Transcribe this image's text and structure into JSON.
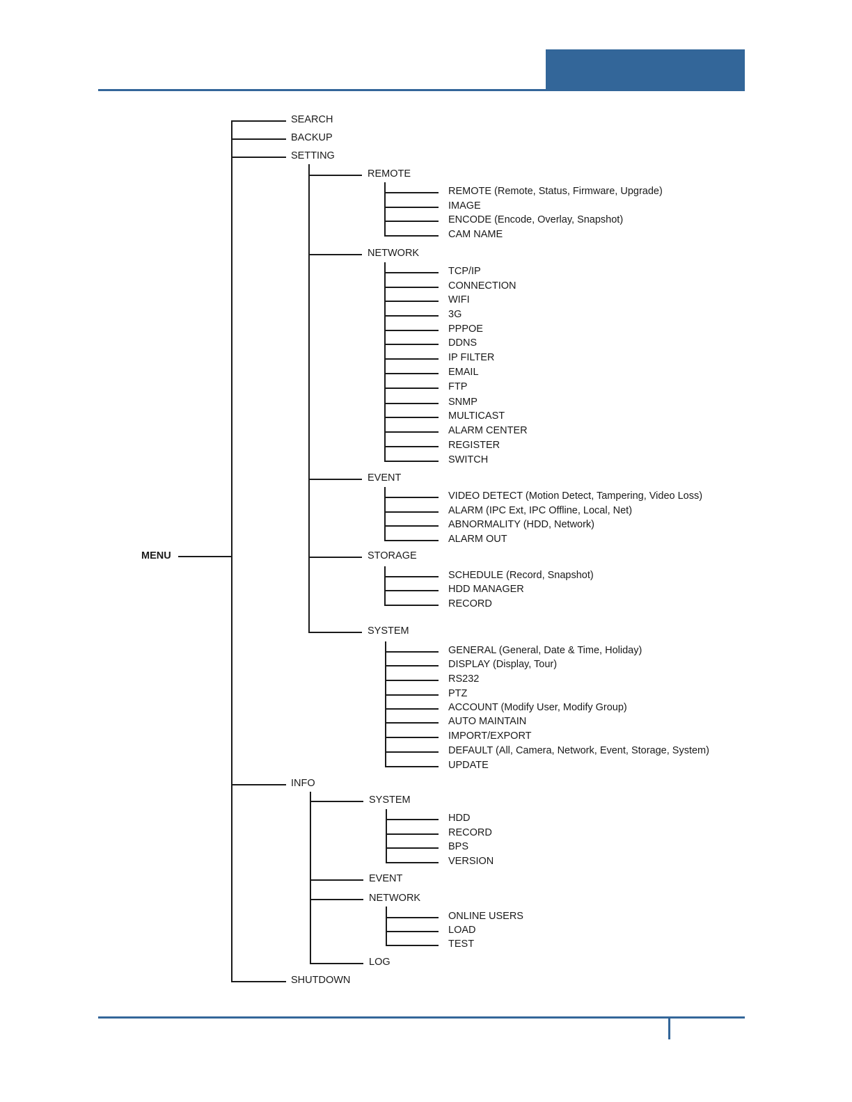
{
  "header": {
    "accent_color": "#336699"
  },
  "menu_tree": {
    "label": "MENU",
    "children": [
      {
        "label": "SEARCH"
      },
      {
        "label": "BACKUP"
      },
      {
        "label": "SETTING",
        "children": [
          {
            "label": "REMOTE",
            "children": [
              {
                "label": "REMOTE (Remote, Status, Firmware, Upgrade)"
              },
              {
                "label": "IMAGE"
              },
              {
                "label": "ENCODE (Encode, Overlay, Snapshot)"
              },
              {
                "label": "CAM NAME"
              }
            ]
          },
          {
            "label": "NETWORK",
            "children": [
              {
                "label": "TCP/IP"
              },
              {
                "label": "CONNECTION"
              },
              {
                "label": "WIFI"
              },
              {
                "label": "3G"
              },
              {
                "label": "PPPOE"
              },
              {
                "label": "DDNS"
              },
              {
                "label": "IP FILTER"
              },
              {
                "label": "EMAIL"
              },
              {
                "label": "FTP"
              },
              {
                "label": "SNMP"
              },
              {
                "label": "MULTICAST"
              },
              {
                "label": "ALARM CENTER"
              },
              {
                "label": "REGISTER"
              },
              {
                "label": "SWITCH"
              }
            ]
          },
          {
            "label": "EVENT",
            "children": [
              {
                "label": "VIDEO DETECT (Motion Detect, Tampering, Video Loss)"
              },
              {
                "label": "ALARM (IPC Ext, IPC Offline, Local, Net)"
              },
              {
                "label": "ABNORMALITY (HDD, Network)"
              },
              {
                "label": "ALARM OUT"
              }
            ]
          },
          {
            "label": "STORAGE",
            "children": [
              {
                "label": "SCHEDULE (Record, Snapshot)"
              },
              {
                "label": "HDD MANAGER"
              },
              {
                "label": "RECORD"
              }
            ]
          },
          {
            "label": "SYSTEM",
            "children": [
              {
                "label": "GENERAL (General, Date & Time, Holiday)"
              },
              {
                "label": "DISPLAY (Display, Tour)"
              },
              {
                "label": "RS232"
              },
              {
                "label": "PTZ"
              },
              {
                "label": "ACCOUNT (Modify User, Modify Group)"
              },
              {
                "label": "AUTO MAINTAIN"
              },
              {
                "label": "IMPORT/EXPORT"
              },
              {
                "label": "DEFAULT (All, Camera, Network, Event, Storage, System)"
              },
              {
                "label": "UPDATE"
              }
            ]
          }
        ]
      },
      {
        "label": "INFO",
        "children": [
          {
            "label": "SYSTEM",
            "children": [
              {
                "label": "HDD"
              },
              {
                "label": "RECORD"
              },
              {
                "label": "BPS"
              },
              {
                "label": "VERSION"
              }
            ]
          },
          {
            "label": "EVENT"
          },
          {
            "label": "NETWORK",
            "children": [
              {
                "label": "ONLINE USERS"
              },
              {
                "label": "LOAD"
              },
              {
                "label": "TEST"
              }
            ]
          },
          {
            "label": "LOG"
          }
        ]
      },
      {
        "label": "SHUTDOWN"
      }
    ]
  }
}
